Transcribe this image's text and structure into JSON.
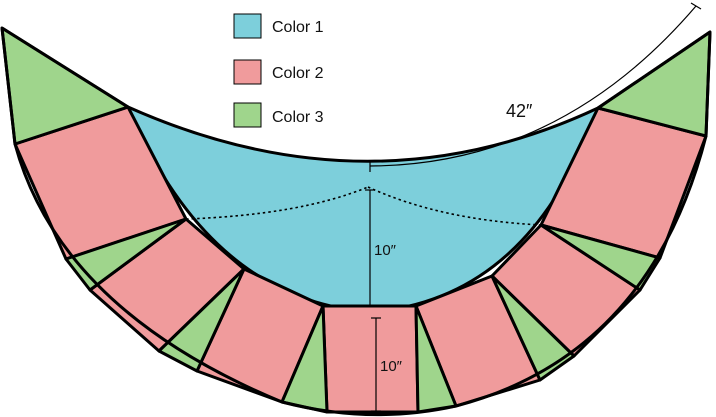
{
  "colors": {
    "color1": "#7dcfdb",
    "color2": "#f09b9c",
    "color3": "#9fd58c",
    "outline": "#000000"
  },
  "legend": [
    {
      "key": "color1",
      "label": "Color 1"
    },
    {
      "key": "color2",
      "label": "Color 2"
    },
    {
      "key": "color3",
      "label": "Color 3"
    }
  ],
  "dimensions": {
    "arc_length": "42″",
    "inner_depth": "10″",
    "band_depth": "10″"
  }
}
